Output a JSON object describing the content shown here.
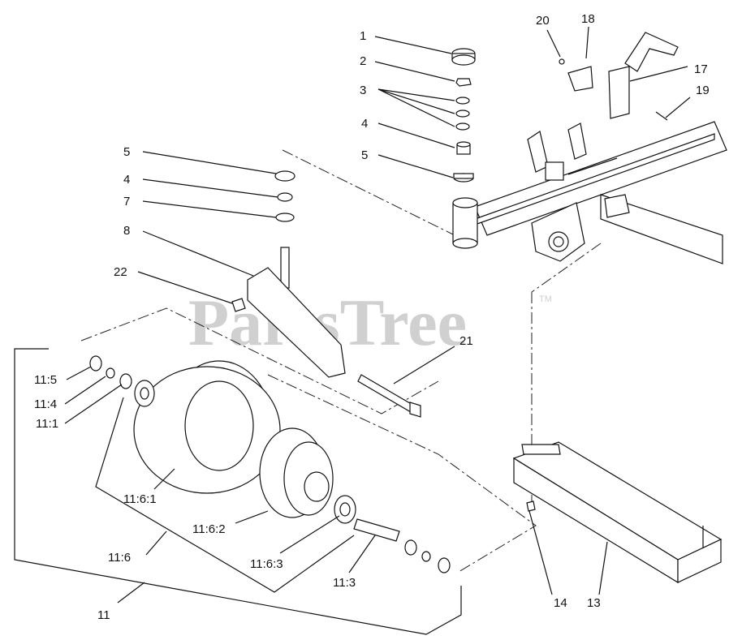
{
  "watermark": {
    "text": "PartsTree",
    "trademark": "TM"
  },
  "callouts": {
    "c1": "1",
    "c2": "2",
    "c3": "3",
    "c4a": "4",
    "c5a": "5",
    "c5b": "5",
    "c4b": "4",
    "c7": "7",
    "c8": "8",
    "c22": "22",
    "c20": "20",
    "c18": "18",
    "c17": "17",
    "c19": "19",
    "c21": "21",
    "c11_5": "11:5",
    "c11_4": "11:4",
    "c11_1": "11:1",
    "c11_6_1": "11:6:1",
    "c11_6_2": "11:6:2",
    "c11_6": "11:6",
    "c11_6_3": "11:6:3",
    "c11_3": "11:3",
    "c11": "11",
    "c14": "14",
    "c13": "13"
  }
}
